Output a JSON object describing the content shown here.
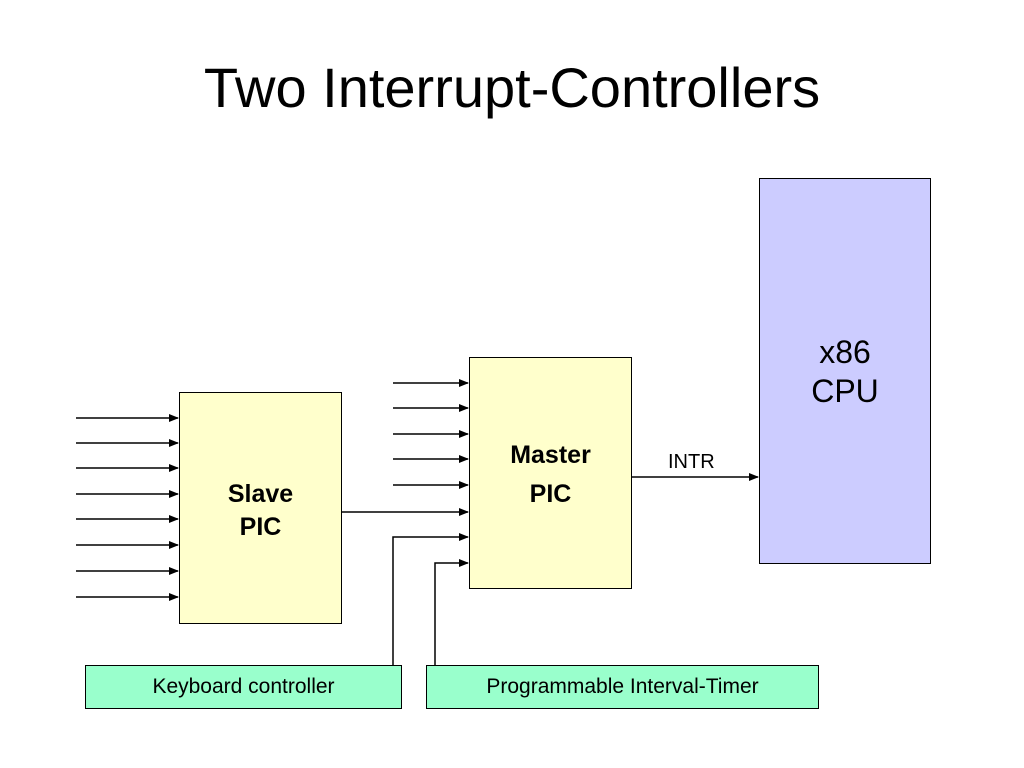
{
  "title": "Two Interrupt-Controllers",
  "cpu": {
    "line1": "x86",
    "line2": "CPU",
    "fill": "#ccccff"
  },
  "master_pic": {
    "line1": "Master",
    "line2": "PIC",
    "fill": "#ffffcc"
  },
  "slave_pic": {
    "line1": "Slave",
    "line2": "PIC",
    "fill": "#ffffcc"
  },
  "signal": {
    "intr_label": "INTR"
  },
  "devices": {
    "keyboard_label": "Keyboard controller",
    "timer_label": "Programmable Interval-Timer",
    "fill": "#99ffcc"
  },
  "wire_color": "#000000"
}
